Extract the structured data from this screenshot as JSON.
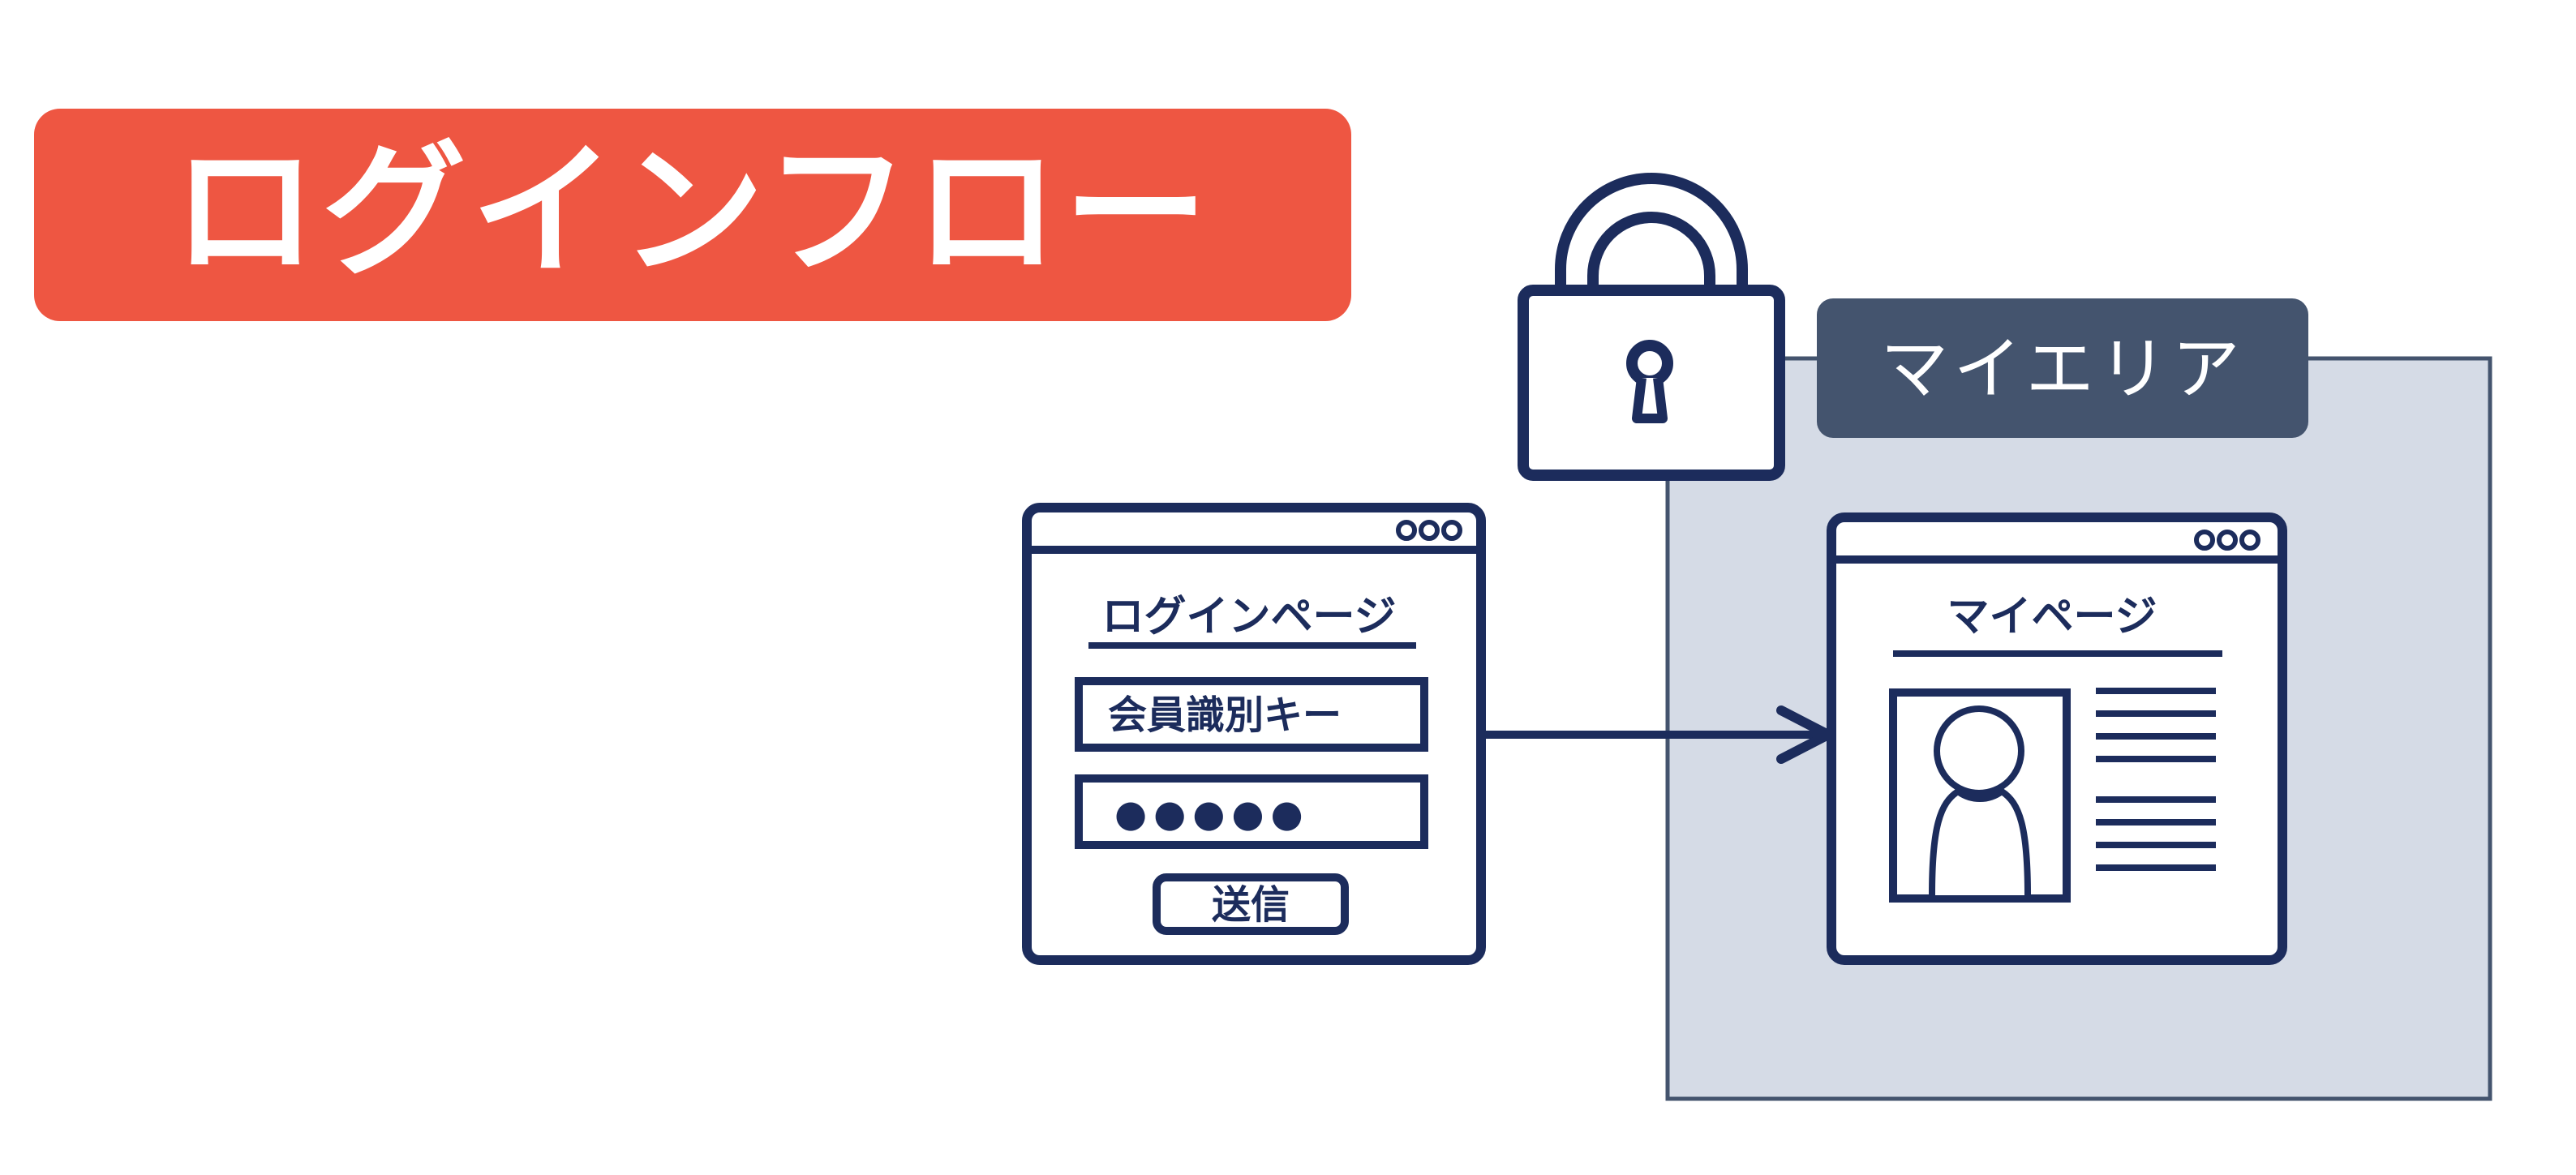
{
  "title": {
    "text": "ログインフロー"
  },
  "secure_area": {
    "label": "マイエリア"
  },
  "login_window": {
    "heading": "ログインページ",
    "member_key_field": "会員識別キー",
    "password_field": "●●●●●",
    "submit_button": "送信"
  },
  "mypage_window": {
    "heading": "マイページ"
  },
  "colors": {
    "title_bg": "#EE5642",
    "title_text": "#ffffff",
    "navy": "#1C2C5C",
    "label_bg": "#44546E",
    "label_text": "#ffffff",
    "area_fill": "#D5DBE6",
    "area_border": "#44546E",
    "white": "#ffffff"
  }
}
